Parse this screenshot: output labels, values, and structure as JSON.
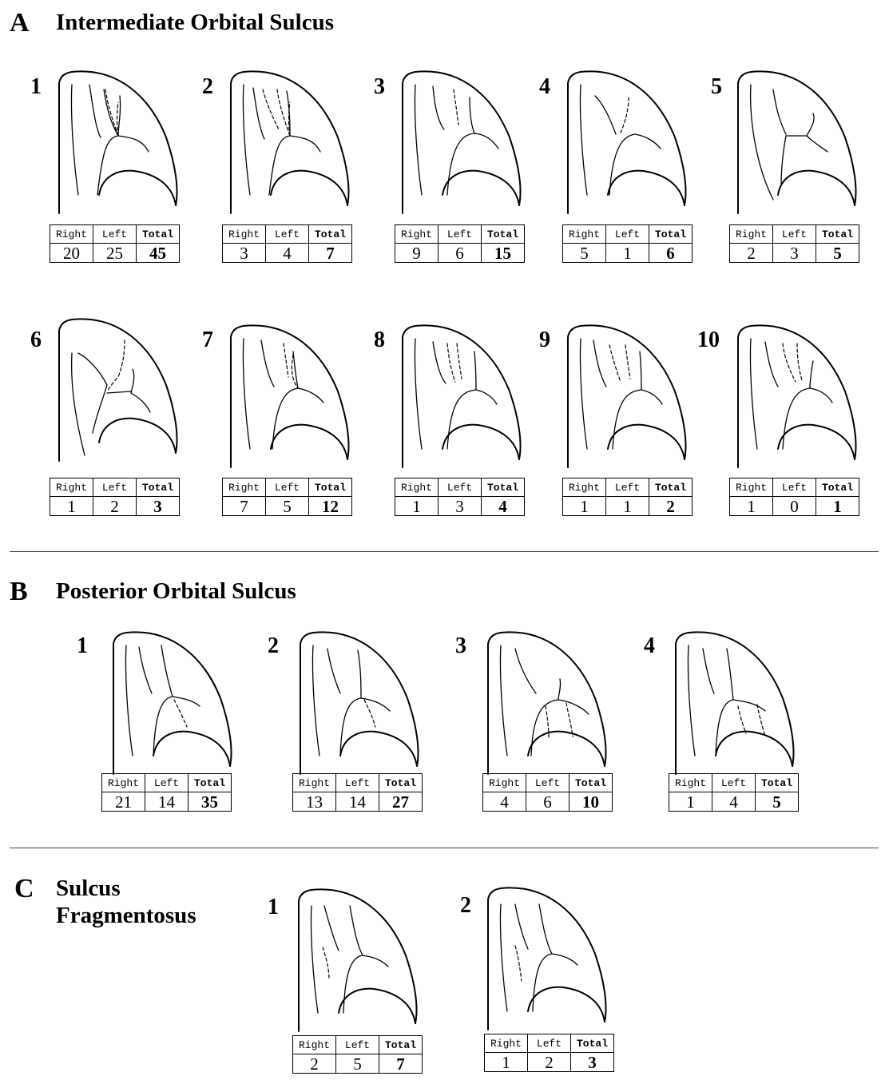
{
  "sections": [
    {
      "letter": "A",
      "title": "Intermediate Orbital Sulcus",
      "panels": [
        {
          "number": "1",
          "right": "20",
          "left": "25",
          "total": "45"
        },
        {
          "number": "2",
          "right": "3",
          "left": "4",
          "total": "7"
        },
        {
          "number": "3",
          "right": "9",
          "left": "6",
          "total": "15"
        },
        {
          "number": "4",
          "right": "5",
          "left": "1",
          "total": "6"
        },
        {
          "number": "5",
          "right": "2",
          "left": "3",
          "total": "5"
        },
        {
          "number": "6",
          "right": "1",
          "left": "2",
          "total": "3"
        },
        {
          "number": "7",
          "right": "7",
          "left": "5",
          "total": "12"
        },
        {
          "number": "8",
          "right": "1",
          "left": "3",
          "total": "4"
        },
        {
          "number": "9",
          "right": "1",
          "left": "1",
          "total": "2"
        },
        {
          "number": "10",
          "right": "1",
          "left": "0",
          "total": "1"
        }
      ]
    },
    {
      "letter": "B",
      "title": "Posterior Orbital Sulcus",
      "panels": [
        {
          "number": "1",
          "right": "21",
          "left": "14",
          "total": "35"
        },
        {
          "number": "2",
          "right": "13",
          "left": "14",
          "total": "27"
        },
        {
          "number": "3",
          "right": "4",
          "left": "6",
          "total": "10"
        },
        {
          "number": "4",
          "right": "1",
          "left": "4",
          "total": "5"
        }
      ]
    },
    {
      "letter": "C",
      "title_line1": "Sulcus",
      "title_line2": "Fragmentosus",
      "panels": [
        {
          "number": "1",
          "right": "2",
          "left": "5",
          "total": "7"
        },
        {
          "number": "2",
          "right": "1",
          "left": "2",
          "total": "3"
        }
      ]
    }
  ],
  "table_headers": {
    "right": "Right",
    "left": "Left",
    "total": "Total"
  }
}
